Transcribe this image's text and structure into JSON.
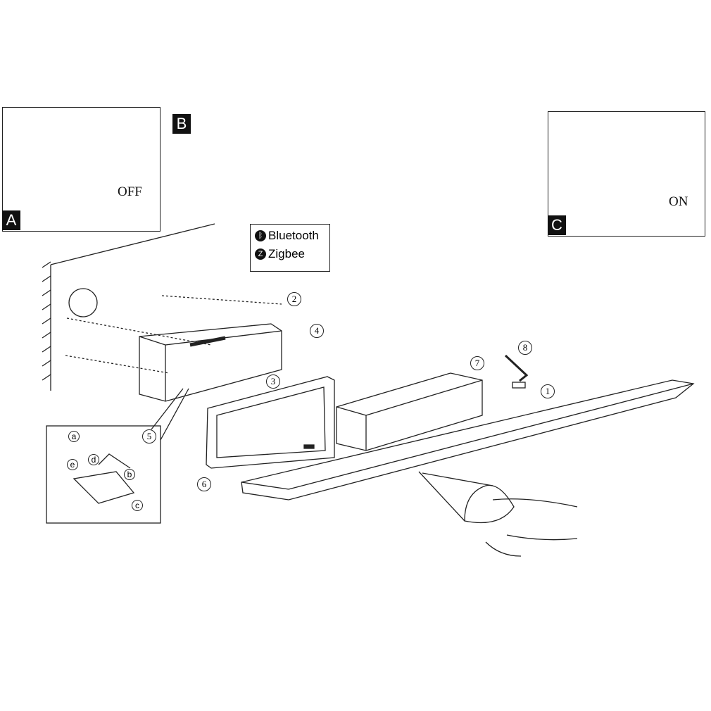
{
  "panels": {
    "a": {
      "tag": "A",
      "action": "OFF"
    },
    "b": {
      "tag": "B"
    },
    "c": {
      "tag": "C",
      "action": "ON"
    }
  },
  "connectivity": {
    "bluetooth": {
      "label": "Bluetooth",
      "icon": "bluetooth-icon"
    },
    "zigbee": {
      "label": "Zigbee",
      "icon": "zigbee-icon"
    }
  },
  "steps": [
    "1",
    "2",
    "3",
    "4",
    "5",
    "6",
    "7",
    "8"
  ],
  "detail_letters": [
    "a",
    "b",
    "c",
    "d",
    "e"
  ]
}
